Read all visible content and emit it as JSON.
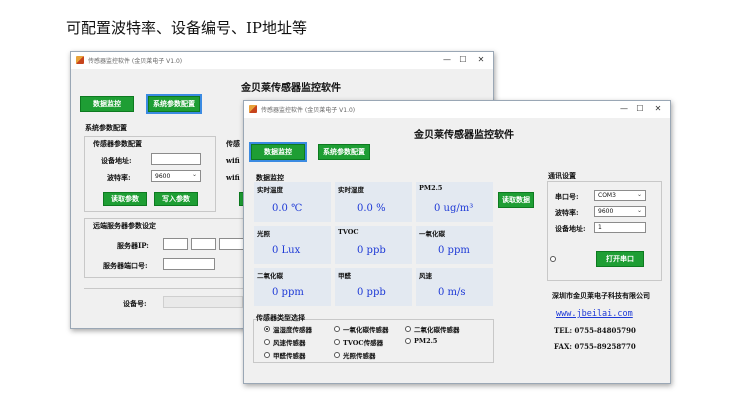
{
  "caption": "可配置波特率、设备编号、IP地址等",
  "back_window": {
    "title": "传感器监控软件 (金贝莱电子 V1.0)",
    "app_name": "金贝莱传感器监控软件",
    "btn_data_monitor": "数据监控",
    "btn_sys_params": "系统参数配置",
    "section_sys_config": "系统参数配置",
    "group_sensor_params": "传感器参数配置",
    "label_device_addr": "设备地址:",
    "label_baud": "波特率:",
    "baud_value": "9600",
    "btn_read_params": "读取参数",
    "btn_write_params": "写入参数",
    "group_sensor_right": "传感",
    "wifi_label_1": "wifi",
    "wifi_label_2": "wifi",
    "group_remote_server": "远端服务器参数设定",
    "label_server_ip": "服务器IP:",
    "label_server_port": "服务器端口号:",
    "label_device_no": "设备号:"
  },
  "front_window": {
    "title": "传感器监控软件 (金贝莱电子 V1.0)",
    "app_name": "金贝莱传感器监控软件",
    "btn_data_monitor": "数据监控",
    "btn_sys_params": "系统参数配置",
    "section_data_monitor": "数据监控",
    "cells": [
      {
        "label": "实时温度",
        "value": "0.0 ℃"
      },
      {
        "label": "实时湿度",
        "value": "0.0 %"
      },
      {
        "label": "PM2.5",
        "value": "0 ug/m³"
      },
      {
        "label": "光照",
        "value": "0 Lux"
      },
      {
        "label": "TVOC",
        "value": "0 ppb"
      },
      {
        "label": "一氧化碳",
        "value": "0 ppm"
      },
      {
        "label": "二氧化碳",
        "value": "0 ppm"
      },
      {
        "label": "甲醛",
        "value": "0 ppb"
      },
      {
        "label": "风速",
        "value": "0 m/s"
      }
    ],
    "btn_read_data": "读取数据",
    "sensor_type_title": "传感器类型选择",
    "sensor_types": [
      "温湿度传感器",
      "一氧化碳传感器",
      "二氧化碳传感器",
      "风速传感器",
      "TVOC传感器",
      "PM2.5",
      "甲醛传感器",
      "光照传感器"
    ],
    "comm_title": "通讯设置",
    "label_port": "串口号:",
    "port_value": "COM3",
    "label_baud": "波特率:",
    "baud_value": "9600",
    "label_device_addr": "设备地址:",
    "device_addr_value": "1",
    "btn_open_port": "打开串口",
    "company": "深圳市金贝莱电子科技有限公司",
    "website": "www.jbeilai.com",
    "tel": "TEL: 0755-84805790",
    "fax": "FAX: 0755-89258770"
  }
}
